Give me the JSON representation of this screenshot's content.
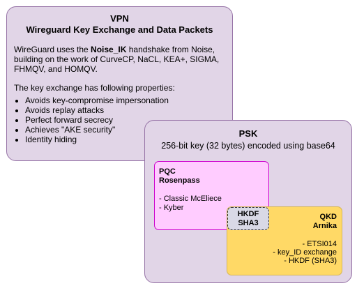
{
  "vpn": {
    "title_line1": "VPN",
    "title_line2": "Wireguard Key Exchange and Data Packets",
    "intro_prefix": "WireGuard uses the ",
    "intro_bold": "Noise_IK",
    "intro_suffix": " handshake from Noise, building on the work of CurveCP, NaCL, KEA+, SIGMA, FHMQV, and HOMQV.",
    "properties_intro": "The key exchange has following properties:",
    "properties": [
      "Avoids key-compromise impersonation",
      "Avoids replay attacks",
      "Perfect forward secrecy",
      "Achieves \"AKE security\"",
      "Identity hiding"
    ]
  },
  "psk": {
    "title": "PSK",
    "subtitle": "256-bit key (32 bytes) encoded using base64"
  },
  "pqc": {
    "title_line1": "PQC",
    "title_line2": "Rosenpass",
    "items": [
      "- Classic McEliece",
      "- Kyber"
    ]
  },
  "qkd": {
    "title_line1": "QKD",
    "title_line2": "Arnika",
    "items": [
      "- ETSI014",
      "- key_ID exchange",
      "- HKDF (SHA3)"
    ]
  },
  "hkdf": {
    "line1": "HKDF",
    "line2": "SHA3"
  }
}
